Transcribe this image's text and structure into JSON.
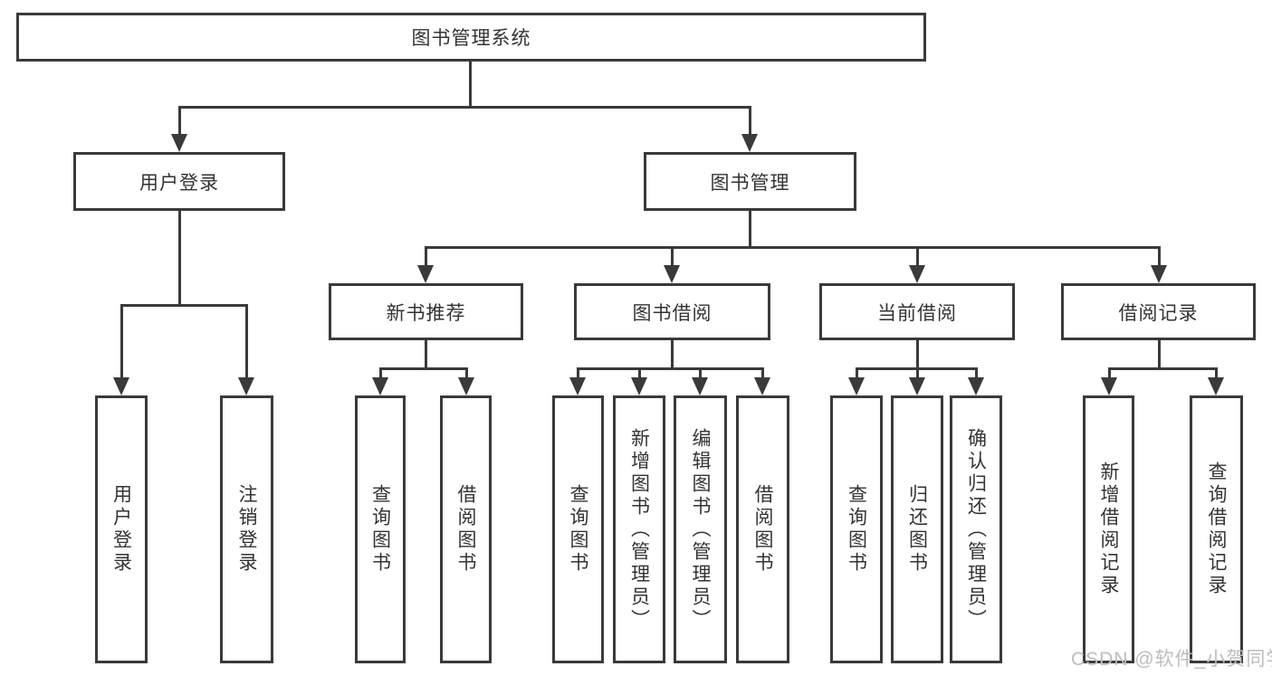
{
  "diagram": {
    "type": "hierarchy-tree",
    "nodes": {
      "root": "图书管理系统",
      "user_login": "用户登录",
      "book_mgmt": "图书管理",
      "new_book_rec": "新书推荐",
      "book_borrow": "图书借阅",
      "current_borrow": "当前借阅",
      "borrow_record": "借阅记录",
      "leaf_user_login": "用户登录",
      "leaf_logout": "注销登录",
      "leaf_nb_query": "查询图书",
      "leaf_nb_borrow": "借阅图书",
      "leaf_bb_query": "查询图书",
      "leaf_bb_add": "新增图书（管理员）",
      "leaf_bb_edit": "编辑图书（管理员）",
      "leaf_bb_borrow": "借阅图书",
      "leaf_cb_query": "查询图书",
      "leaf_cb_return": "归还图书",
      "leaf_cb_confirm": "确认归还（管理员）",
      "leaf_br_add": "新增借阅记录",
      "leaf_br_query": "查询借阅记录"
    },
    "edges": [
      [
        "图书管理系统",
        "用户登录"
      ],
      [
        "图书管理系统",
        "图书管理"
      ],
      [
        "用户登录",
        "用户登录(叶)"
      ],
      [
        "用户登录",
        "注销登录"
      ],
      [
        "图书管理",
        "新书推荐"
      ],
      [
        "图书管理",
        "图书借阅"
      ],
      [
        "图书管理",
        "当前借阅"
      ],
      [
        "图书管理",
        "借阅记录"
      ],
      [
        "新书推荐",
        "查询图书"
      ],
      [
        "新书推荐",
        "借阅图书"
      ],
      [
        "图书借阅",
        "查询图书"
      ],
      [
        "图书借阅",
        "新增图书（管理员）"
      ],
      [
        "图书借阅",
        "编辑图书（管理员）"
      ],
      [
        "图书借阅",
        "借阅图书"
      ],
      [
        "当前借阅",
        "查询图书"
      ],
      [
        "当前借阅",
        "归还图书"
      ],
      [
        "当前借阅",
        "确认归还（管理员）"
      ],
      [
        "借阅记录",
        "新增借阅记录"
      ],
      [
        "借阅记录",
        "查询借阅记录"
      ]
    ]
  },
  "watermark": "CSDN @软件_小贺同学",
  "colors": {
    "line": "#3a3a3a",
    "text": "#333333",
    "watermark": "#bdbdbd",
    "background": "#ffffff"
  }
}
